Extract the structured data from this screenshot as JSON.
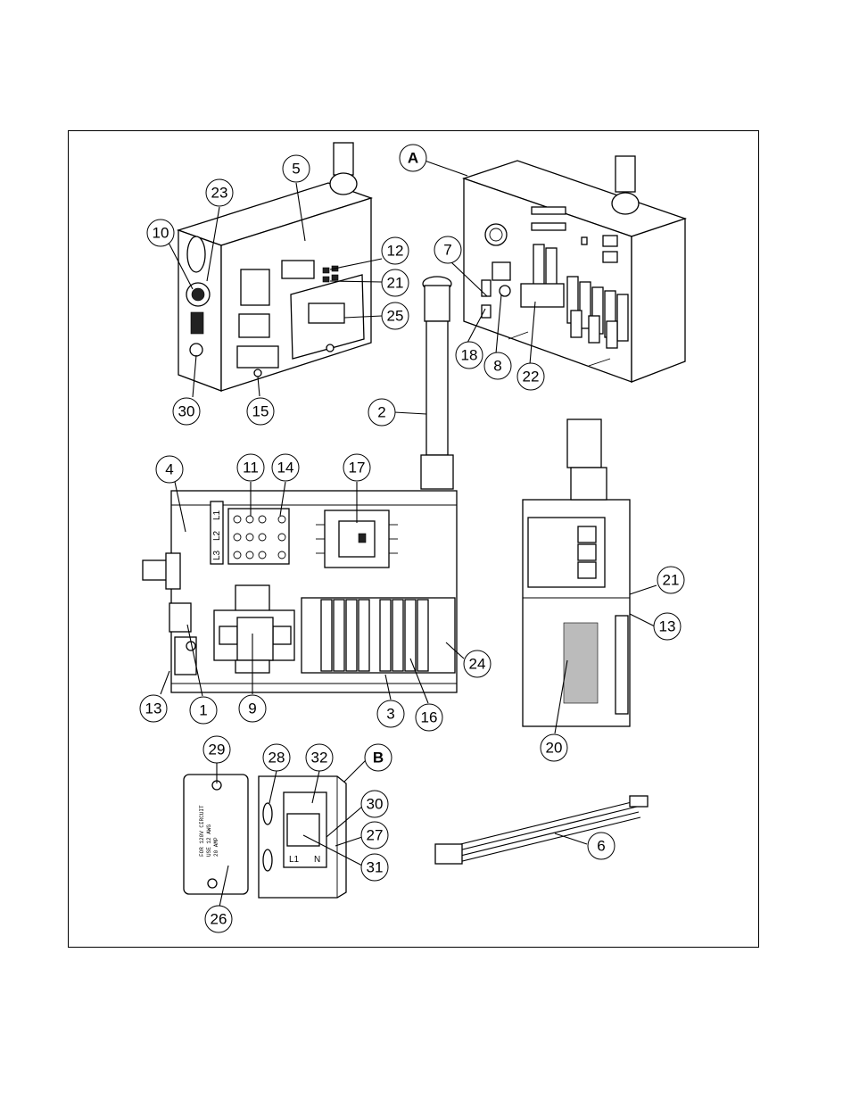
{
  "diagram": {
    "balloons": [
      {
        "id": "b5",
        "label": "5"
      },
      {
        "id": "b23",
        "label": "23"
      },
      {
        "id": "b10",
        "label": "10"
      },
      {
        "id": "b12",
        "label": "12"
      },
      {
        "id": "b21a",
        "label": "21"
      },
      {
        "id": "b25",
        "label": "25"
      },
      {
        "id": "b30a",
        "label": "30"
      },
      {
        "id": "b15",
        "label": "15"
      },
      {
        "id": "bA",
        "label": "A"
      },
      {
        "id": "b7",
        "label": "7"
      },
      {
        "id": "b18",
        "label": "18"
      },
      {
        "id": "b8",
        "label": "8"
      },
      {
        "id": "b22",
        "label": "22"
      },
      {
        "id": "b2",
        "label": "2"
      },
      {
        "id": "b4",
        "label": "4"
      },
      {
        "id": "b11",
        "label": "11"
      },
      {
        "id": "b14",
        "label": "14"
      },
      {
        "id": "b17",
        "label": "17"
      },
      {
        "id": "b24",
        "label": "24"
      },
      {
        "id": "b13a",
        "label": "13"
      },
      {
        "id": "b1",
        "label": "1"
      },
      {
        "id": "b9",
        "label": "9"
      },
      {
        "id": "b3",
        "label": "3"
      },
      {
        "id": "b16",
        "label": "16"
      },
      {
        "id": "b21b",
        "label": "21"
      },
      {
        "id": "b13b",
        "label": "13"
      },
      {
        "id": "b20",
        "label": "20"
      },
      {
        "id": "b29",
        "label": "29"
      },
      {
        "id": "b28",
        "label": "28"
      },
      {
        "id": "b32",
        "label": "32"
      },
      {
        "id": "bB",
        "label": "B"
      },
      {
        "id": "b30b",
        "label": "30"
      },
      {
        "id": "b27",
        "label": "27"
      },
      {
        "id": "b31",
        "label": "31"
      },
      {
        "id": "b6",
        "label": "6"
      },
      {
        "id": "b26",
        "label": "26"
      }
    ],
    "terminal_labels": [
      "L1",
      "L2",
      "L3"
    ],
    "receptacle_labels": {
      "l1": "L1",
      "n": "N"
    },
    "cover_text": [
      "FOR 120V CIRCUIT",
      "USE 12 AWG",
      "20 AMP"
    ]
  }
}
